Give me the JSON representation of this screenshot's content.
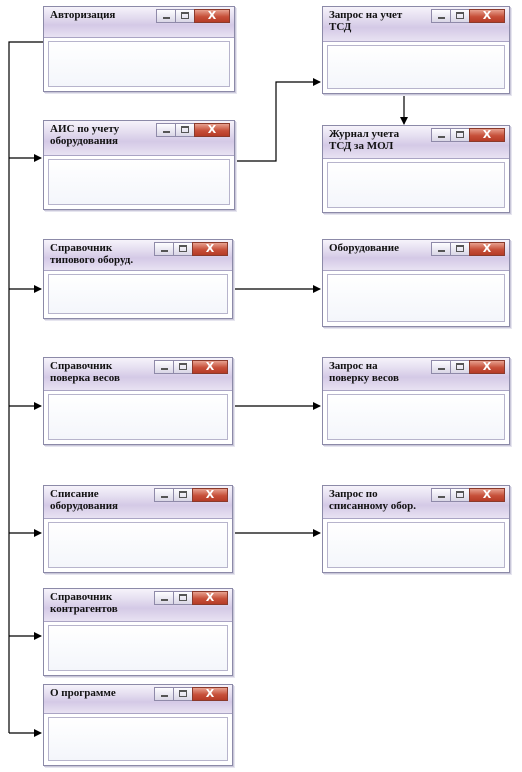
{
  "windows": {
    "auth": {
      "title": "Авторизация"
    },
    "ais": {
      "title": "АИС по учету\nоборудования"
    },
    "sprav_tip": {
      "title": "Справочник\nтипового оборуд."
    },
    "sprav_vesy": {
      "title": "Справочник\nповерка весов"
    },
    "spisanie": {
      "title": "Списание\nоборудования"
    },
    "sprav_kontr": {
      "title": "Справочник\nконтрагентов"
    },
    "about": {
      "title": "О программе"
    },
    "zapros_tsd": {
      "title": "Запрос на учет\nТСД"
    },
    "zhurnal": {
      "title": "Журнал учета\nТСД за МОЛ"
    },
    "oborud": {
      "title": "Оборудование"
    },
    "zapros_vesy": {
      "title": "Запрос на\nповерку весов"
    },
    "zapros_spis": {
      "title": "Запрос по\nсписанному обор."
    }
  },
  "controls": {
    "close_glyph": "X"
  },
  "colors": {
    "titlebar": "#d4c9e6",
    "close_button": "#c7503a",
    "connector": "#000000"
  }
}
